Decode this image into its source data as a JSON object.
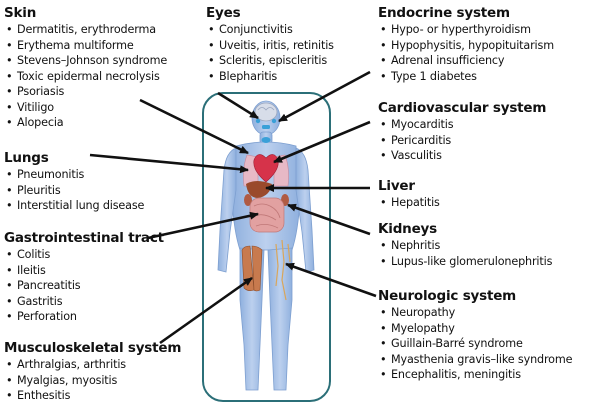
{
  "sections": {
    "skin": {
      "title": "Skin",
      "items": [
        "Dermatitis, erythroderma",
        "Erythema multiforme",
        "Stevens–Johnson syndrome",
        "Toxic epidermal necrolysis",
        "Psoriasis",
        "Vitiligo",
        "Alopecia"
      ]
    },
    "eyes": {
      "title": "Eyes",
      "items": [
        "Conjunctivitis",
        "Uveitis, iritis, retinitis",
        "Scleritis, episcleritis",
        "Blepharitis"
      ]
    },
    "endocrine": {
      "title": "Endocrine system",
      "items": [
        "Hypo- or hyperthyroidism",
        "Hypophysitis, hypopituitarism",
        "Adrenal insufficiency",
        "Type 1 diabetes"
      ]
    },
    "cardiovascular": {
      "title": "Cardiovascular system",
      "items": [
        "Myocarditis",
        "Pericarditis",
        "Vasculitis"
      ]
    },
    "lungs": {
      "title": "Lungs",
      "items": [
        "Pneumonitis",
        "Pleuritis",
        "Interstitial lung disease"
      ]
    },
    "liver": {
      "title": "Liver",
      "items": [
        "Hepatitis"
      ]
    },
    "kidneys": {
      "title": "Kidneys",
      "items": [
        "Nephritis",
        "Lupus-like glomerulonephritis"
      ]
    },
    "gastrointestinal": {
      "title": "Gastrointestinal tract",
      "items": [
        "Colitis",
        "Ileitis",
        "Pancreatitis",
        "Gastritis",
        "Perforation"
      ]
    },
    "neurologic": {
      "title": "Neurologic system",
      "items": [
        "Neuropathy",
        "Myelopathy",
        "Guillain-Barré syndrome",
        "Myasthenia gravis–like syndrome",
        "Encephalitis, meningitis"
      ]
    },
    "musculoskeletal": {
      "title": "Musculoskeletal system",
      "items": [
        "Arthralgias, arthritis",
        "Myalgias, myositis",
        "Enthesitis"
      ]
    }
  },
  "colors": {
    "frame": "#2b6f78",
    "body": "#a9c2e6",
    "body_dark": "#7d9fd0",
    "heart": "#d6334a",
    "liver": "#9a4a2c",
    "intestine": "#e2a1a1",
    "muscle": "#c87a4e",
    "nerve": "#d9a65b",
    "brain": "#d7dde9",
    "arrow": "#111111"
  },
  "icons": {
    "figure": "human-body-figure-icon",
    "arrow": "pointer-arrow-icon"
  }
}
